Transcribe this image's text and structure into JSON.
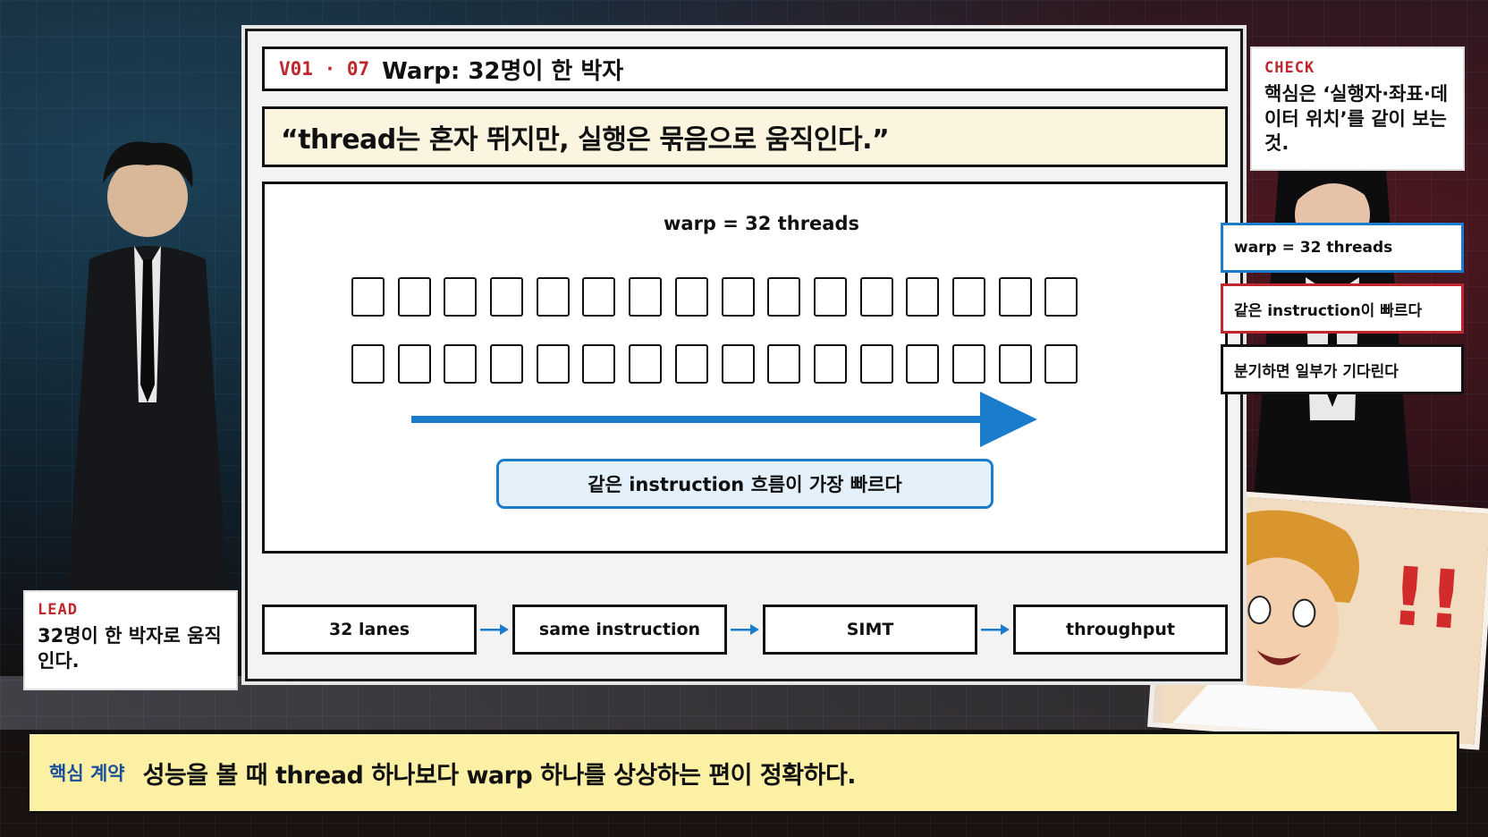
{
  "slide": {
    "code": "V01 · 07",
    "title": "Warp: 32명이 한 박자",
    "quote": "“thread는 혼자 뛰지만, 실행은 묶음으로 움직인다.”"
  },
  "diagram": {
    "warp_label": "warp = 32 threads",
    "lanes_per_row": 16,
    "rows": 2,
    "flow_label": "같은 instruction 흐름이 가장 빠르다",
    "notes": [
      "warp = 32 threads",
      "같은 instruction이 빠르다",
      "분기하면 일부가 기다린다"
    ]
  },
  "pipeline": [
    "32 lanes",
    "same instruction",
    "SIMT",
    "throughput"
  ],
  "check": {
    "tag": "CHECK",
    "text": "핵심은 ‘실행자·좌표·데이터 위치’를 같이 보는 것."
  },
  "lead": {
    "tag": "LEAD",
    "text": "32명이 한 박자로 움직인다."
  },
  "contract": {
    "tag": "핵심 계약",
    "text": "성능을 볼 때 thread 하나보다 warp 하나를 상상하는 편이 정확하다."
  },
  "colors": {
    "accent_red": "#c0262d",
    "accent_blue": "#1a7ccc",
    "quote_bg": "#fbf4df",
    "contract_bg": "#fcf0a5"
  }
}
